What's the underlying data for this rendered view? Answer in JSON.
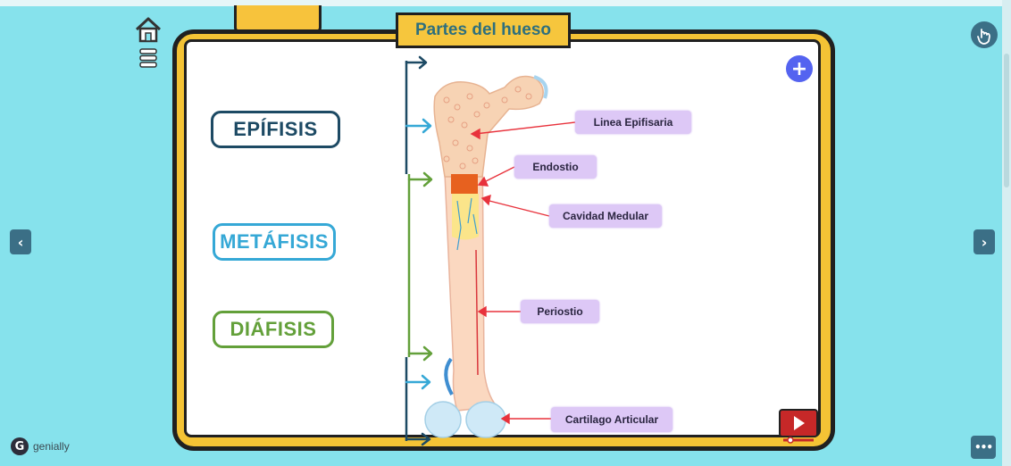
{
  "title": "Partes del hueso",
  "regions": [
    {
      "label": "EPÍFISIS",
      "color": "#1d4a64"
    },
    {
      "label": "METÁFISIS",
      "color": "#35a8d6"
    },
    {
      "label": "DIÁFISIS",
      "color": "#63a03a"
    }
  ],
  "parts": [
    {
      "label": "Linea Epifisaria"
    },
    {
      "label": "Endostio"
    },
    {
      "label": "Cavidad Medular"
    },
    {
      "label": "Periostio"
    },
    {
      "label": "Cartilago Articular"
    }
  ],
  "controls": {
    "plus_symbol": "+",
    "prev_symbol": "‹",
    "next_symbol": "›",
    "more_symbol": "•••"
  },
  "icons": {
    "home": "home-icon",
    "menu": "menu-icon",
    "hand": "hand-touch-icon",
    "video": "video-play-icon",
    "brand": "genially-logo"
  },
  "brand": {
    "letter": "G",
    "name": "genially"
  },
  "colors": {
    "background": "#86e2ec",
    "board": "#f4c335",
    "tag": "#ddc8f6",
    "arrow_red": "#e8323c",
    "plus": "#5463f0",
    "nav": "#3b6f86"
  }
}
